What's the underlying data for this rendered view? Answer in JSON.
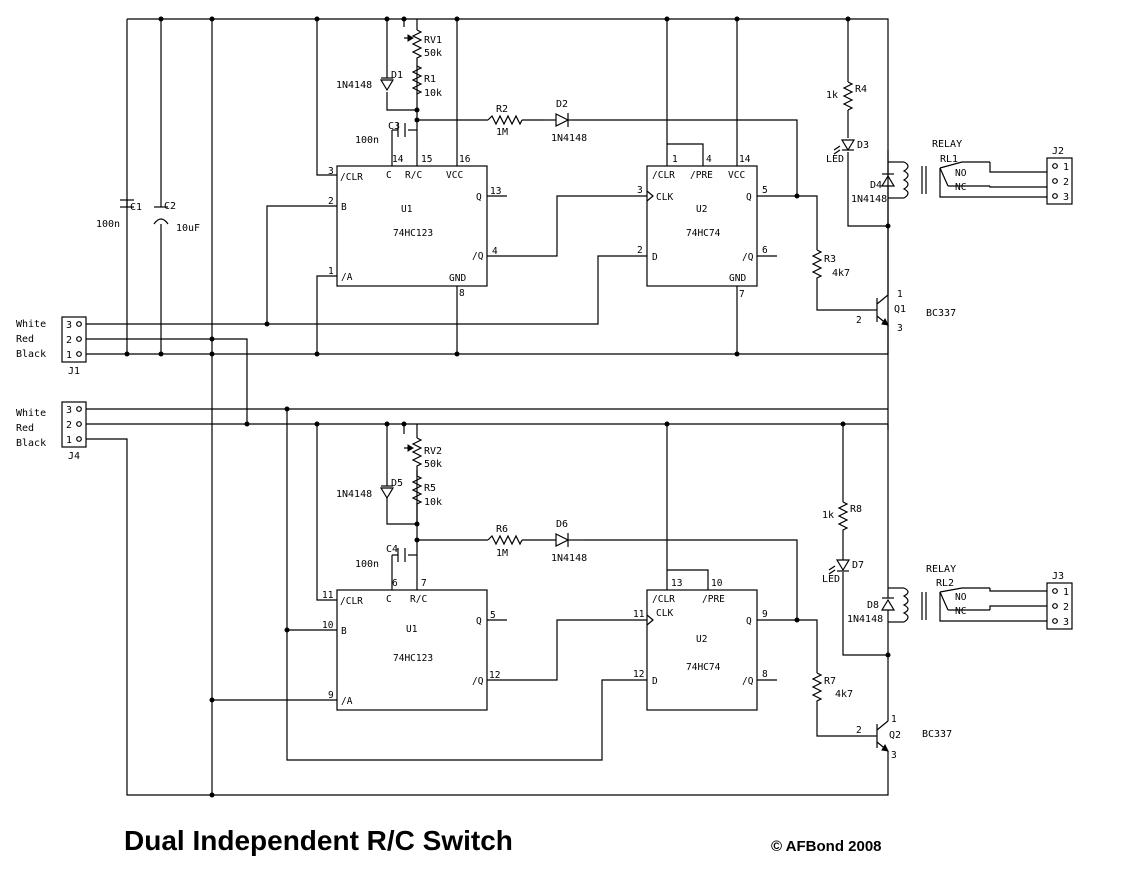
{
  "title": "Dual Independent R/C Switch",
  "copyright": "© AFBond 2008",
  "connectors": {
    "j1": {
      "ref": "J1",
      "pins": [
        "3",
        "2",
        "1"
      ],
      "wires": [
        "White",
        "Red",
        "Black"
      ]
    },
    "j4": {
      "ref": "J4",
      "pins": [
        "3",
        "2",
        "1"
      ],
      "wires": [
        "White",
        "Red",
        "Black"
      ]
    },
    "j2": {
      "ref": "J2",
      "pins": [
        "1",
        "2",
        "3"
      ]
    },
    "j3": {
      "ref": "J3",
      "pins": [
        "1",
        "2",
        "3"
      ]
    }
  },
  "capacitors": {
    "c1": {
      "ref": "C1",
      "value": "100n"
    },
    "c2": {
      "ref": "C2",
      "value": "10uF"
    },
    "c3": {
      "ref": "C3",
      "value": "100n"
    },
    "c4": {
      "ref": "C4",
      "value": "100n"
    }
  },
  "resistors": {
    "rv1": {
      "ref": "RV1",
      "value": "50k"
    },
    "r1": {
      "ref": "R1",
      "value": "10k"
    },
    "r2": {
      "ref": "R2",
      "value": "1M"
    },
    "r3": {
      "ref": "R3",
      "value": "4k7"
    },
    "r4": {
      "ref": "R4",
      "value": "1k"
    },
    "rv2": {
      "ref": "RV2",
      "value": "50k"
    },
    "r5": {
      "ref": "R5",
      "value": "10k"
    },
    "r6": {
      "ref": "R6",
      "value": "1M"
    },
    "r7": {
      "ref": "R7",
      "value": "4k7"
    },
    "r8": {
      "ref": "R8",
      "value": "1k"
    }
  },
  "diodes": {
    "d1": {
      "ref": "D1",
      "value": "1N4148"
    },
    "d2": {
      "ref": "D2",
      "value": "1N4148"
    },
    "d3": {
      "ref": "D3",
      "value": "LED"
    },
    "d4": {
      "ref": "D4",
      "value": "1N4148"
    },
    "d5": {
      "ref": "D5",
      "value": "1N4148"
    },
    "d6": {
      "ref": "D6",
      "value": "1N4148"
    },
    "d7": {
      "ref": "D7",
      "value": "LED"
    },
    "d8": {
      "ref": "D8",
      "value": "1N4148"
    }
  },
  "transistors": {
    "q1": {
      "ref": "Q1",
      "value": "BC337",
      "pins": [
        "1",
        "2",
        "3"
      ]
    },
    "q2": {
      "ref": "Q2",
      "value": "BC337",
      "pins": [
        "1",
        "2",
        "3"
      ]
    }
  },
  "relays": {
    "rl1": {
      "ref": "RL1",
      "label": "RELAY",
      "no": "NO",
      "nc": "NC"
    },
    "rl2": {
      "ref": "RL2",
      "label": "RELAY",
      "no": "NO",
      "nc": "NC"
    }
  },
  "ics": {
    "u1a": {
      "ref": "U1",
      "part": "74HC123",
      "labels": {
        "clr": "/CLR",
        "b": "B",
        "a": "/A",
        "c": "C",
        "rc": "R/C",
        "vcc": "VCC",
        "q": "Q",
        "qn": "/Q",
        "gnd": "GND"
      },
      "pins": {
        "clr": "3",
        "b": "2",
        "a": "1",
        "c": "14",
        "rc": "15",
        "vcc": "16",
        "q": "13",
        "qn": "4",
        "gnd": "8"
      }
    },
    "u2a": {
      "ref": "U2",
      "part": "74HC74",
      "labels": {
        "clr": "/CLR",
        "pre": "/PRE",
        "vcc": "VCC",
        "clk": "CLK",
        "d": "D",
        "q": "Q",
        "qn": "/Q",
        "gnd": "GND"
      },
      "pins": {
        "clr": "1",
        "pre": "4",
        "vcc": "14",
        "clk": "3",
        "d": "2",
        "q": "5",
        "qn": "6",
        "gnd": "7"
      }
    },
    "u1b": {
      "ref": "U1",
      "part": "74HC123",
      "labels": {
        "clr": "/CLR",
        "b": "B",
        "a": "/A",
        "c": "C",
        "rc": "R/C",
        "q": "Q",
        "qn": "/Q"
      },
      "pins": {
        "clr": "11",
        "b": "10",
        "a": "9",
        "c": "6",
        "rc": "7",
        "q": "5",
        "qn": "12"
      }
    },
    "u2b": {
      "ref": "U2",
      "part": "74HC74",
      "labels": {
        "clr": "/CLR",
        "pre": "/PRE",
        "clk": "CLK",
        "d": "D",
        "q": "Q",
        "qn": "/Q"
      },
      "pins": {
        "clr": "13",
        "pre": "10",
        "clk": "11",
        "d": "12",
        "q": "9",
        "qn": "8"
      }
    }
  }
}
